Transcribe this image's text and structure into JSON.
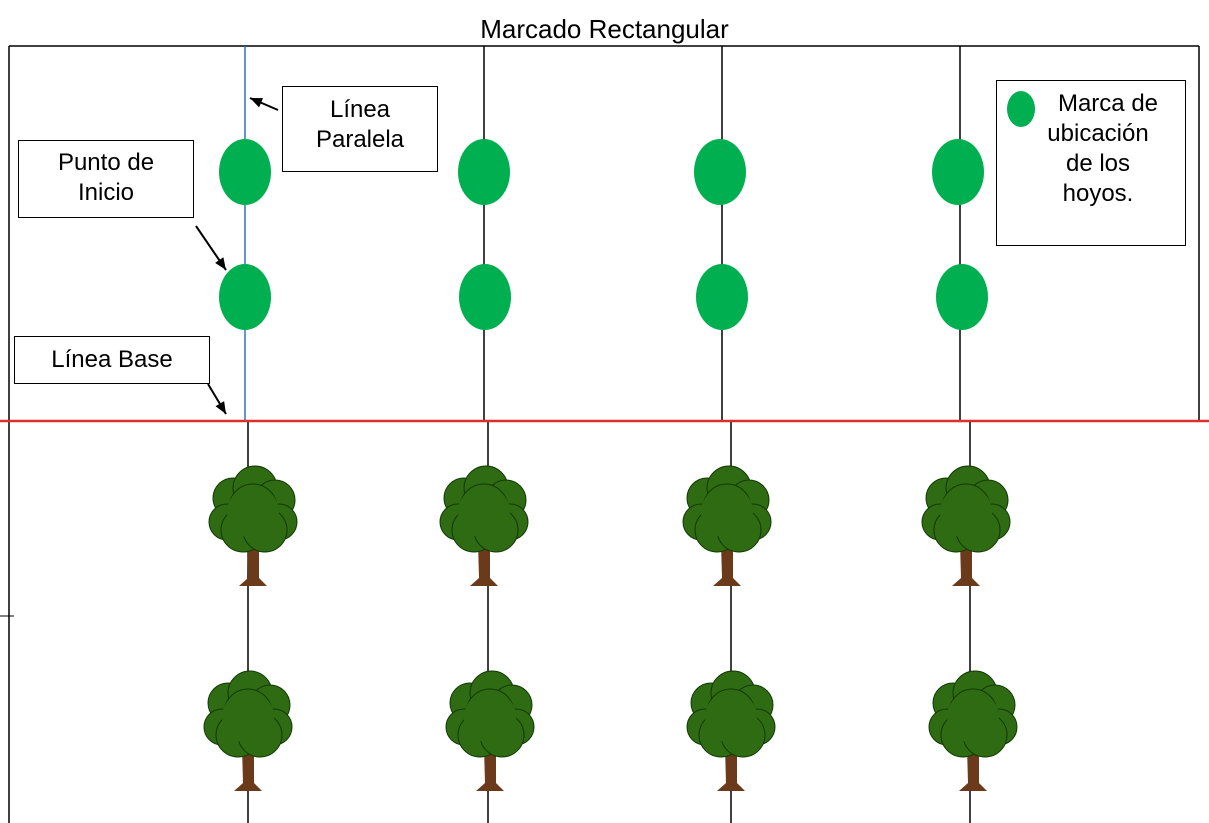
{
  "title": "Marcado Rectangular",
  "labels": {
    "parallel_line": [
      "Línea",
      "Paralela"
    ],
    "start_point": [
      "Punto de",
      "Inicio"
    ],
    "base_line": "Línea Base",
    "legend": [
      "Marca de",
      "ubicación",
      "de los",
      "hoyos."
    ]
  },
  "colors": {
    "hole_mark": "#00b050",
    "base_line": "#d9302b",
    "parallel_line": "#2e75b6",
    "grid_line": "#000000",
    "tree_canopy": "#2f6b12",
    "tree_canopy_outline": "#123a05",
    "tree_trunk": "#6b3a1a"
  },
  "icons": {
    "hole_mark": "green-ellipse",
    "tree": "tree-icon"
  },
  "grid": {
    "hole_mark_columns": 4,
    "hole_mark_rows": 2,
    "tree_columns": 4,
    "tree_rows": 2
  }
}
